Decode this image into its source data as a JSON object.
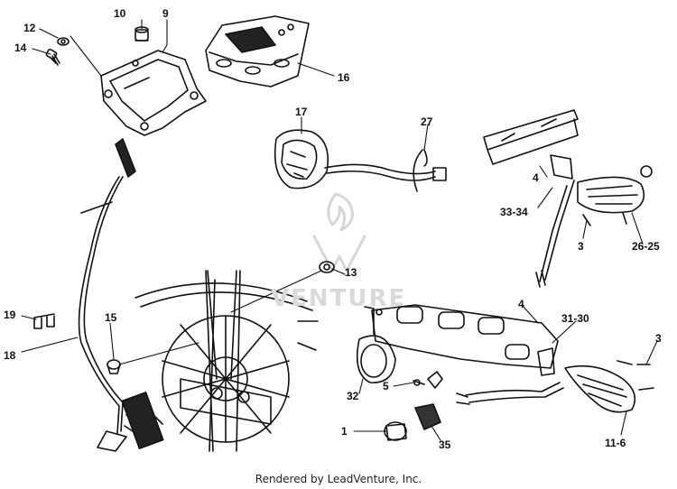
{
  "labels": {
    "p10": "10",
    "p9": "9",
    "p12": "12",
    "p14": "14",
    "p16": "16",
    "p17": "17",
    "p27": "27",
    "p4a": "4",
    "p33_34": "33-34",
    "p3a": "3",
    "p26_25": "26-25",
    "p13": "13",
    "p19": "19",
    "p15": "15",
    "p18": "18",
    "p4b": "4",
    "p31_30": "31-30",
    "p3b": "3",
    "p32": "32",
    "p5": "5",
    "p1": "1",
    "p35": "35",
    "p11_6": "11-6"
  },
  "footer": "Rendered by LeadVenture, Inc.",
  "watermark": "VENTURE",
  "colors": {
    "line": "#111111",
    "watermark": "#d9d9d9"
  }
}
